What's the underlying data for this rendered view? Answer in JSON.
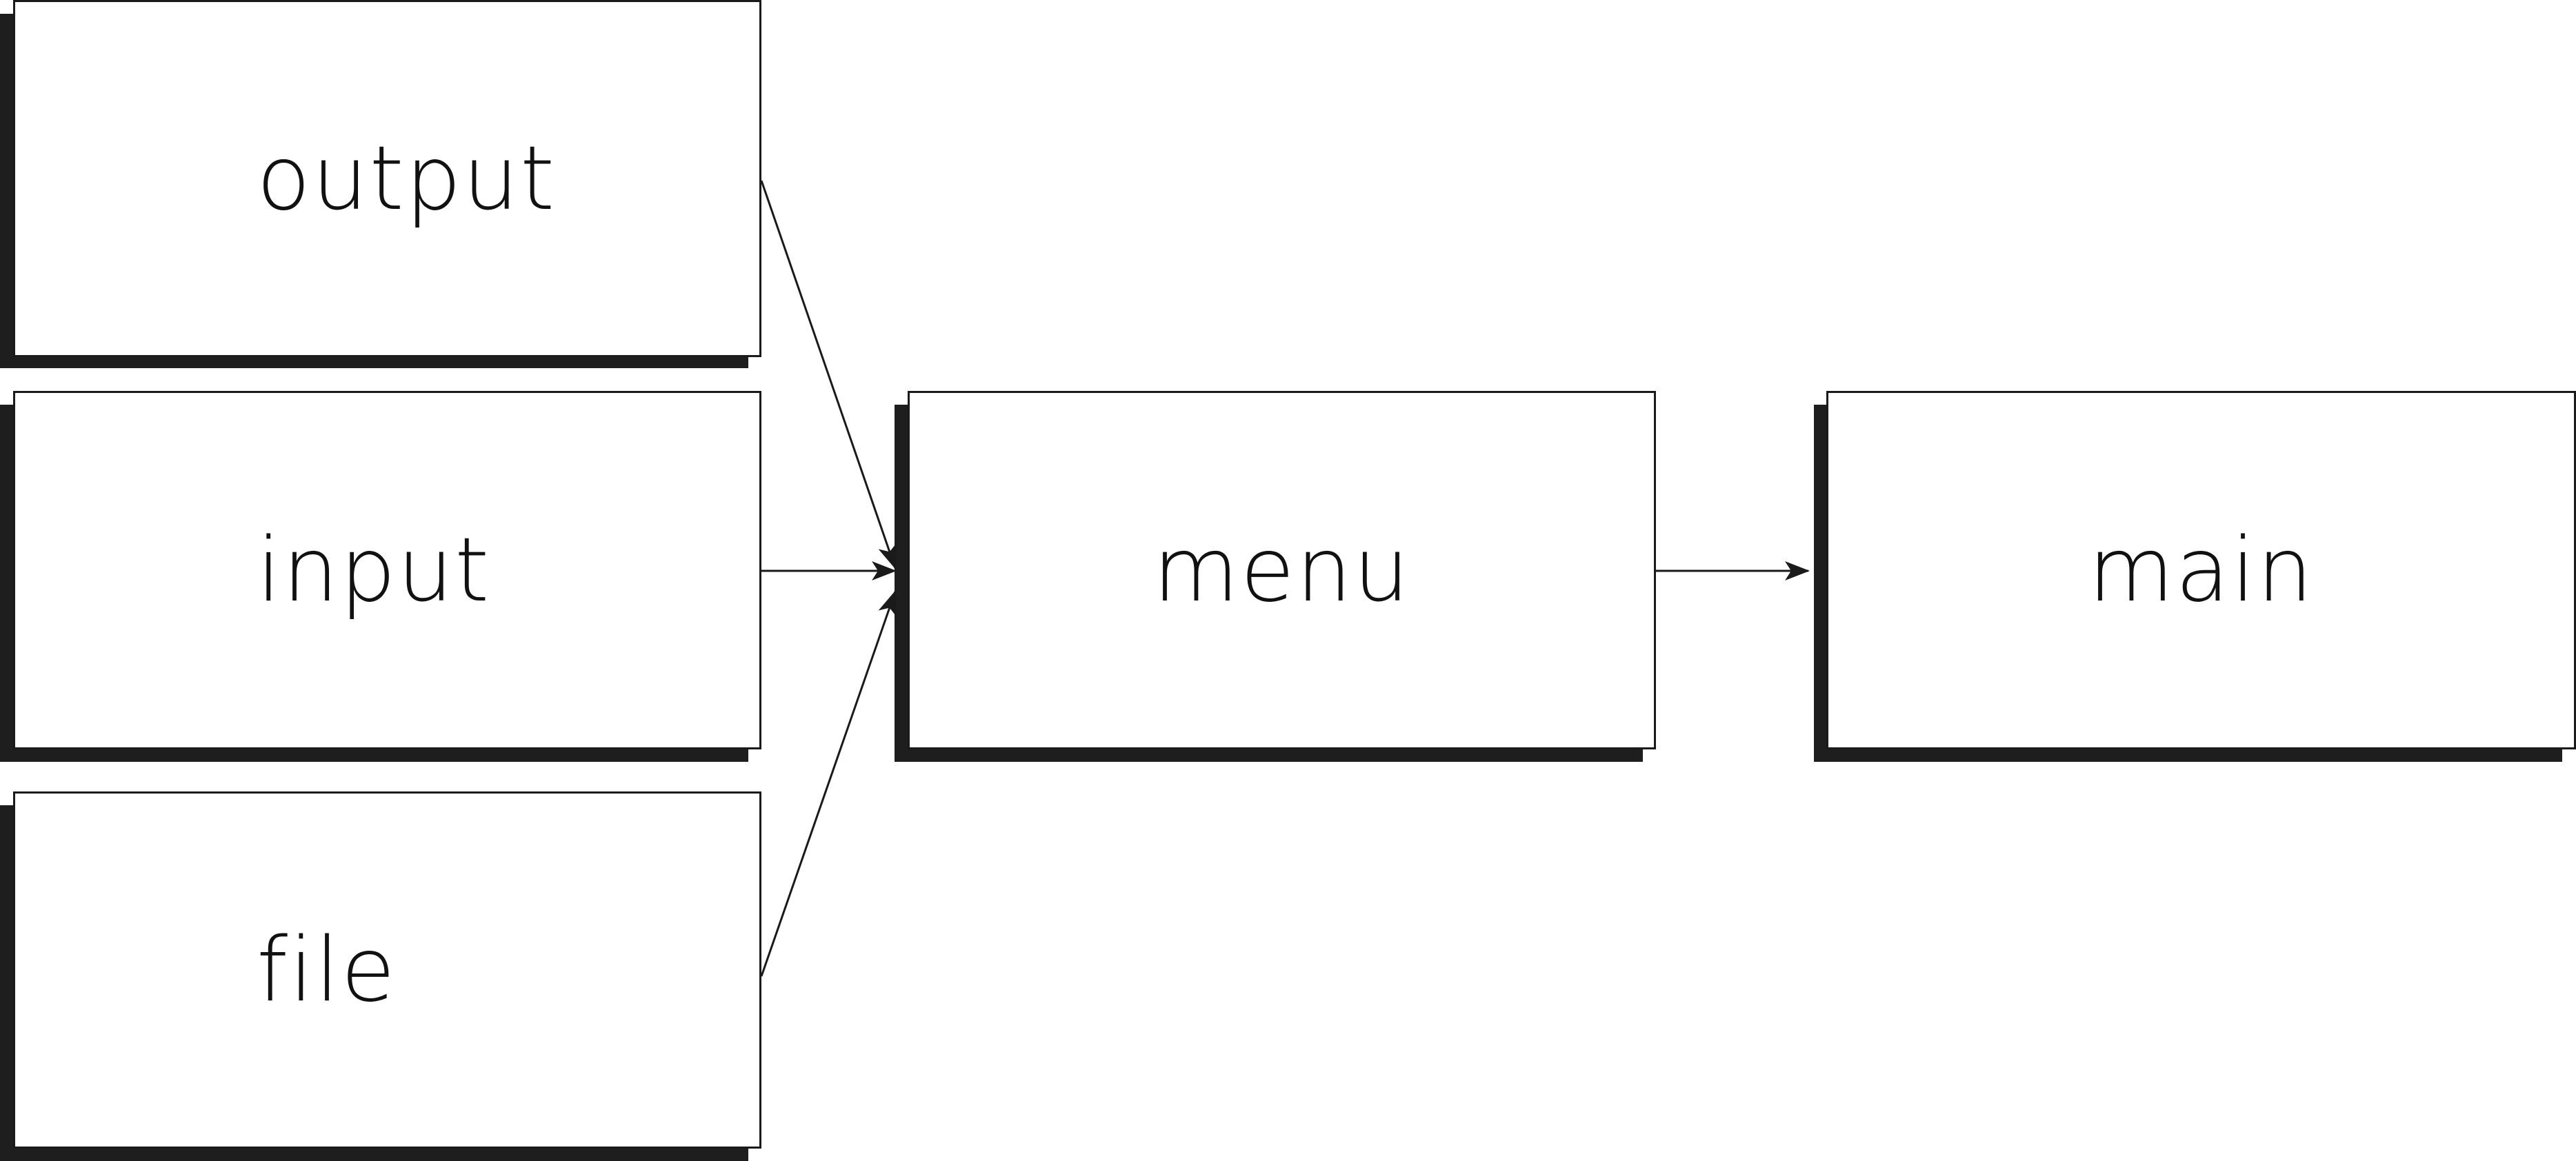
{
  "nodes": {
    "output": {
      "label": "output"
    },
    "input": {
      "label": "input"
    },
    "file": {
      "label": "file"
    },
    "menu": {
      "label": "menu"
    },
    "main": {
      "label": "main"
    }
  },
  "edges": [
    {
      "from": "output",
      "to": "menu"
    },
    {
      "from": "input",
      "to": "menu"
    },
    {
      "from": "file",
      "to": "menu"
    },
    {
      "from": "menu",
      "to": "main"
    }
  ],
  "colors": {
    "stroke": "#1a1a1a",
    "shadow": "#1e1e1e",
    "background": "#ffffff"
  }
}
